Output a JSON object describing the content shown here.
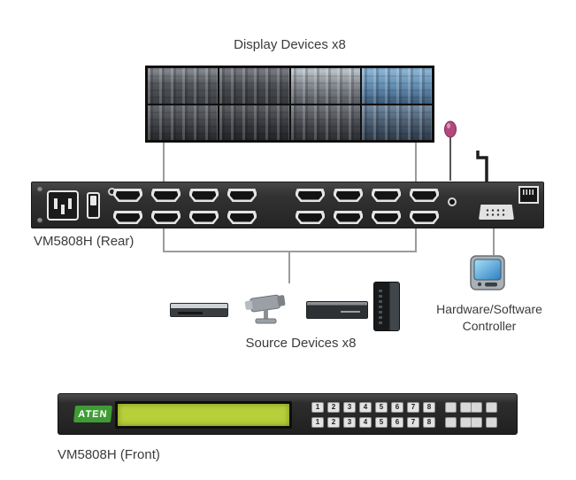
{
  "title_labels": {
    "display_devices": "Display Devices x8",
    "rear": "VM5808H (Rear)",
    "sources": "Source Devices x8",
    "controller": "Hardware/Software Controller",
    "front": "VM5808H (Front)"
  },
  "front_panel": {
    "brand": "ATEN",
    "port_buttons_row1": [
      "1",
      "2",
      "3",
      "4",
      "5",
      "6",
      "7",
      "8"
    ],
    "port_buttons_row2": [
      "1",
      "2",
      "3",
      "4",
      "5",
      "6",
      "7",
      "8"
    ]
  },
  "icons": {
    "video_wall": "video-wall-grid",
    "ir_receiver": "ir-receiver-icon",
    "grounding_wire": "grounding-wire-icon",
    "power_inlet": "power-inlet-icon",
    "power_switch": "power-switch-icon",
    "hdmi_port": "hdmi-port-icon",
    "ir_jack": "ir-jack-icon",
    "serial_port": "db9-serial-port-icon",
    "ethernet_port": "rj45-port-icon",
    "dvd_player": "dvd-player-icon",
    "cctv_camera": "cctv-camera-icon",
    "media_player": "media-player-icon",
    "pc_tower": "pc-tower-icon",
    "controller_device": "handheld-controller-icon",
    "lcd_display": "lcd-display"
  },
  "colors": {
    "panel_body": "#2e2e2e",
    "lcd_screen": "#b8cf3a",
    "connector_line": "#9b9b9b",
    "ir_receiver_head": "#b2487e",
    "brand_green": "#3f9c35"
  }
}
